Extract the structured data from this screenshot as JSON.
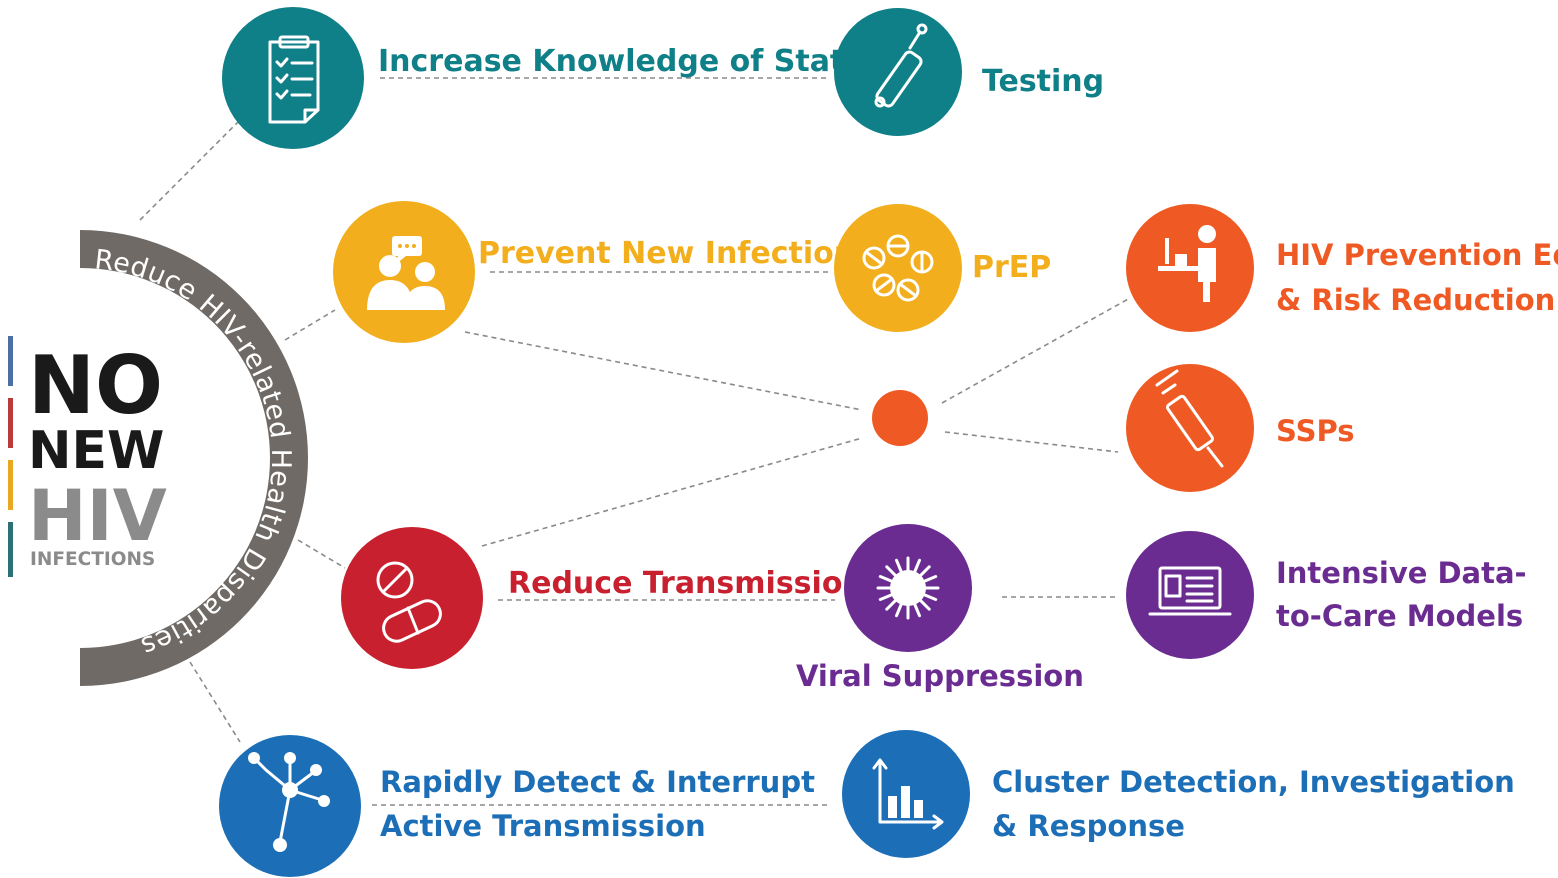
{
  "brand": {
    "no": "NO",
    "new": "NEW",
    "hiv": "HIV",
    "infections": "INFECTIONS",
    "arc_text": "Reduce HIV-related Health Disparities"
  },
  "nodes": {
    "status": {
      "label": "Increase Knowledge of Status",
      "color": "#0f7f88",
      "icon": "clipboard-checklist-icon"
    },
    "testing": {
      "label": "Testing",
      "color": "#0f7f88",
      "icon": "test-swab-icon"
    },
    "prevent": {
      "label": "Prevent New Infections",
      "color": "#f2ae1c",
      "icon": "people-chat-icon"
    },
    "prep": {
      "label": "PrEP",
      "color": "#f2ae1c",
      "icon": "pills-icon"
    },
    "prevention_ed": {
      "line1": "HIV Prevention Ed",
      "line2": "& Risk Reduction",
      "color": "#ef5a24",
      "icon": "person-at-computer-icon"
    },
    "ssps": {
      "label": "SSPs",
      "color": "#ef5a24",
      "icon": "syringe-icon"
    },
    "hub": {
      "color": "#ef5a24"
    },
    "transmission": {
      "label": "Reduce Transmission",
      "color": "#c8202f",
      "icon": "capsule-tablet-icon"
    },
    "viral": {
      "label": "Viral Suppression",
      "color": "#6a2c91",
      "icon": "virus-icon"
    },
    "data_care": {
      "line1": "Intensive Data-",
      "line2": "to-Care Models",
      "color": "#6a2c91",
      "icon": "laptop-records-icon"
    },
    "detect": {
      "line1": "Rapidly Detect & Interrupt",
      "line2": "Active Transmission",
      "color": "#1c6fb7",
      "icon": "network-icon"
    },
    "cluster": {
      "line1": "Cluster Detection, Investigation",
      "line2": "& Response",
      "color": "#1c6fb7",
      "icon": "bar-chart-icon"
    }
  },
  "colors": {
    "arc": "#6f6a66",
    "stripe_blue": "#4d6fa3",
    "stripe_red": "#b83a3a",
    "stripe_yellow": "#e9a722",
    "stripe_teal": "#2b6f77",
    "dash": "#8a8a8a"
  }
}
